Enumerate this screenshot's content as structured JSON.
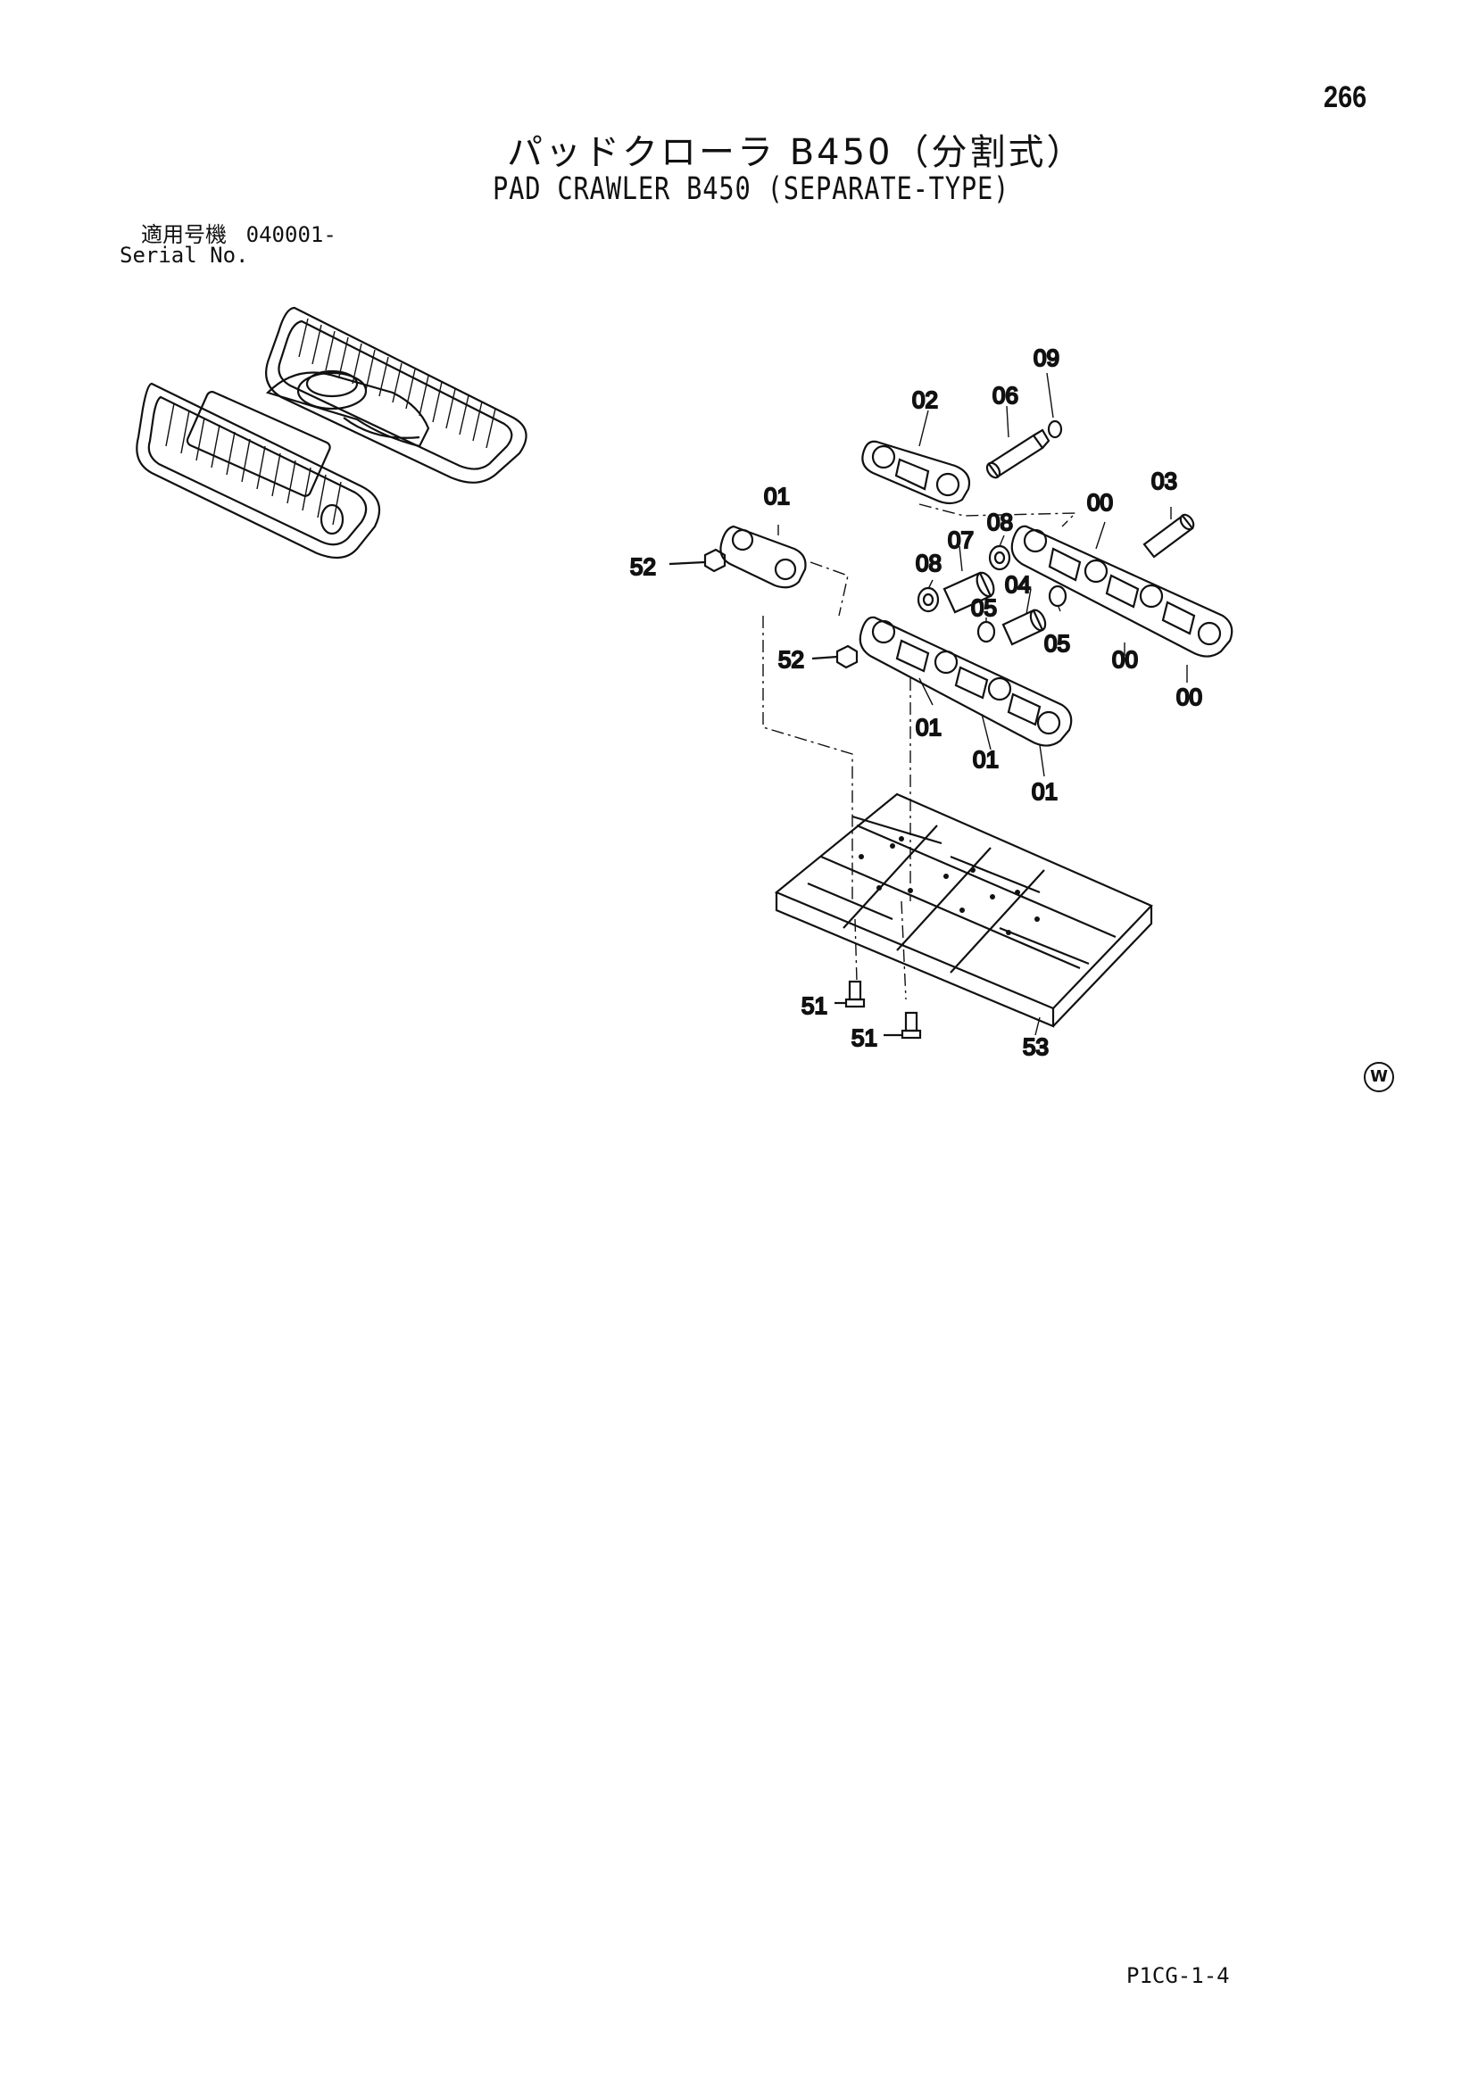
{
  "header": {
    "page_number": "266",
    "title_jp": "パッドクローラ B450（分割式）",
    "title_en": "PAD CRAWLER B450 (SEPARATE-TYPE)"
  },
  "serial": {
    "label_jp": "適用号機",
    "value": "040001-",
    "label_en": "Serial No."
  },
  "callouts": [
    "09",
    "02",
    "06",
    "03",
    "01",
    "00",
    "08",
    "07",
    "08",
    "52",
    "04",
    "05",
    "05",
    "00",
    "52",
    "00",
    "01",
    "01",
    "01",
    "51",
    "51",
    "53"
  ],
  "footer": {
    "code": "P1CG-1-4",
    "mark": "W"
  }
}
